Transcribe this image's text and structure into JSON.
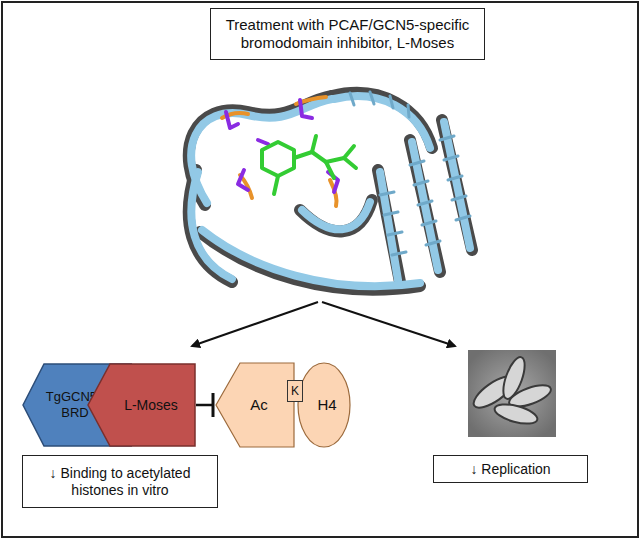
{
  "diagram": {
    "nodes": [
      {
        "text": [
          "Treatment with PCAF/GCN5-specific bromodomain inhibitor, L-Moses"
        ]
      },
      {
        "text": [
          "TgGCN5b BRD"
        ]
      },
      {
        "text": [
          "L-Moses"
        ]
      },
      {
        "text": [
          "Ac"
        ]
      },
      {
        "text": [
          "K"
        ]
      },
      {
        "text": [
          "H4"
        ]
      },
      {
        "text": [
          "↓ Binding to acetylated histones in vitro"
        ]
      },
      {
        "text": [
          "↓ Replication"
        ]
      }
    ],
    "edges": [
      {
        "from": 2,
        "to": 3,
        "arrow": "to"
      }
    ]
  }
}
